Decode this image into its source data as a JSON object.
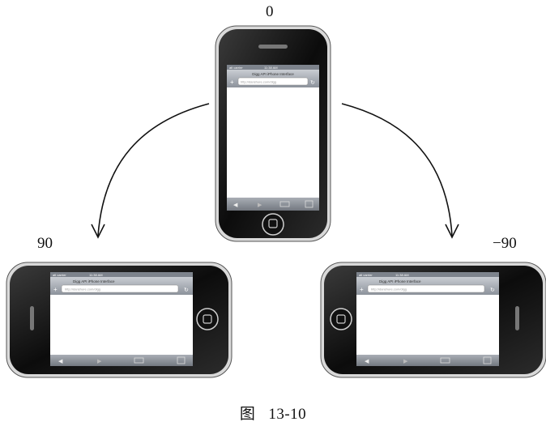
{
  "rotations": {
    "top": "0",
    "left": "90",
    "right": "−90"
  },
  "caption": {
    "prefix": "图",
    "number": "13-10"
  },
  "device_screen": {
    "carrier": "atl carrier",
    "time": "11:38 AM",
    "title": "Digg API iPhone Interface",
    "url": "http://danshure.com/digg"
  },
  "icons": [
    "arrow-icon",
    "home-button-icon",
    "reload-icon",
    "back-icon",
    "forward-icon",
    "bookmarks-icon",
    "pages-icon"
  ]
}
